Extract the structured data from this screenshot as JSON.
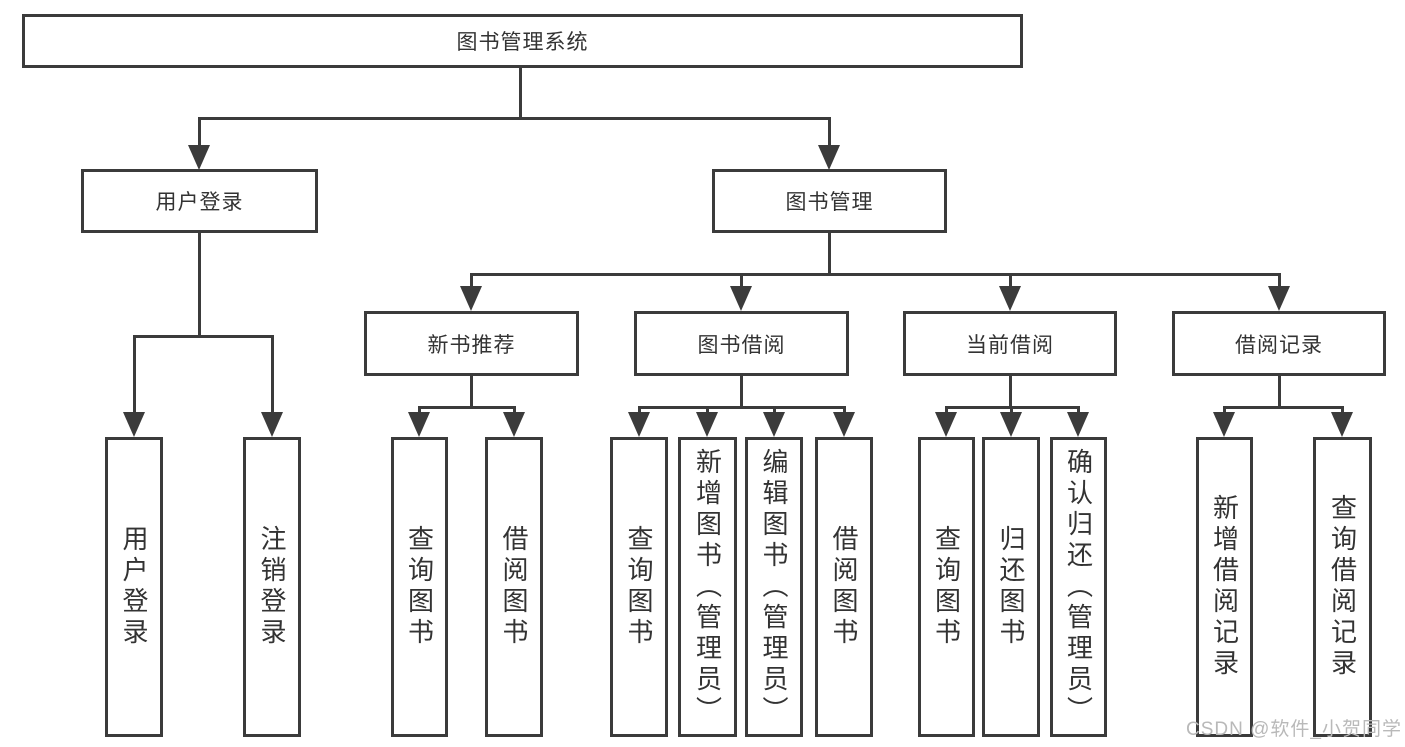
{
  "tree": {
    "root": {
      "label": "图书管理系统",
      "children": [
        {
          "label": "用户登录",
          "children": [
            {
              "label": "用户登录"
            },
            {
              "label": "注销登录"
            }
          ]
        },
        {
          "label": "图书管理",
          "children": [
            {
              "label": "新书推荐",
              "children": [
                {
                  "label": "查询图书"
                },
                {
                  "label": "借阅图书"
                }
              ]
            },
            {
              "label": "图书借阅",
              "children": [
                {
                  "label": "查询图书"
                },
                {
                  "label": "新增图书（管理员）"
                },
                {
                  "label": "编辑图书（管理员）"
                },
                {
                  "label": "借阅图书"
                }
              ]
            },
            {
              "label": "当前借阅",
              "children": [
                {
                  "label": "查询图书"
                },
                {
                  "label": "归还图书"
                },
                {
                  "label": "确认归还（管理员）"
                }
              ]
            },
            {
              "label": "借阅记录",
              "children": [
                {
                  "label": "新增借阅记录"
                },
                {
                  "label": "查询借阅记录"
                }
              ]
            }
          ]
        }
      ]
    }
  },
  "watermark": {
    "text": "CSDN @软件_小贺同学"
  },
  "colors": {
    "line": "#3b3b3b",
    "text": "#333333",
    "background": "#ffffff",
    "watermark": "#b9b9b9"
  }
}
